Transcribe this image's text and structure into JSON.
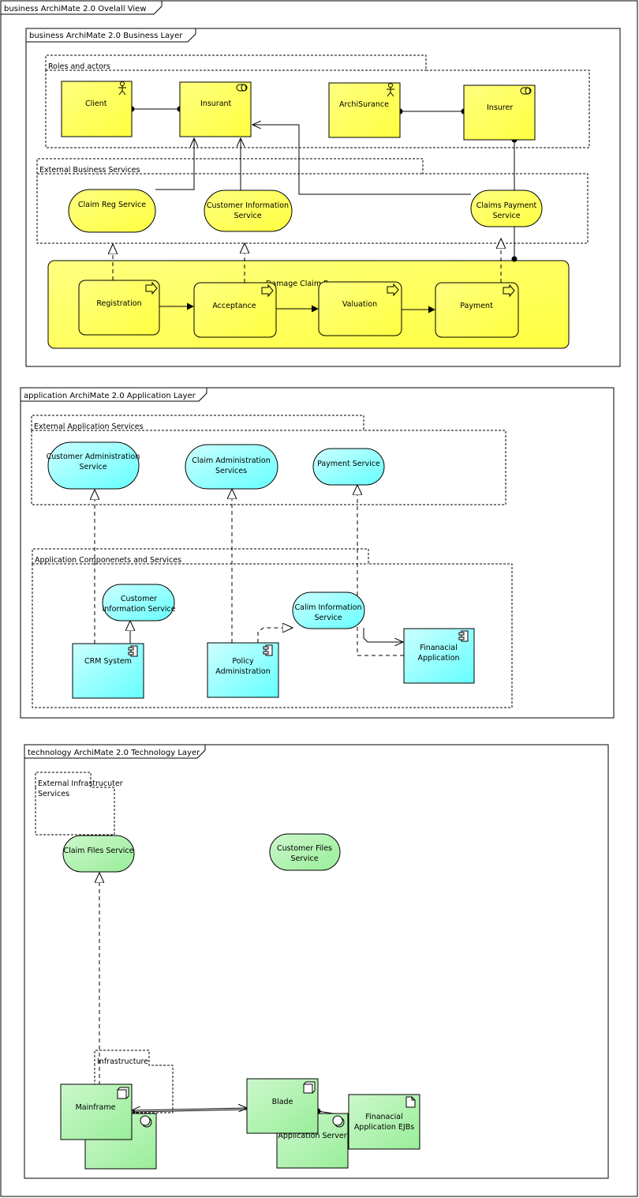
{
  "frames": {
    "overall": "business ArchiMate 2.0 Ovelall View",
    "business": "business ArchiMate 2.0 Business Layer",
    "application": "application ArchiMate 2.0 Application Layer",
    "technology": "technology ArchiMate 2.0 Technology Layer"
  },
  "business": {
    "roles_group": "Roles and actors",
    "client": "Client",
    "insurant": "Insurant",
    "archisurance": "ArchiSurance",
    "insurer": "Insurer",
    "ext_services_group": "External Business Services",
    "claim_reg": "Claim Reg Service",
    "customer_info_1": "Customer Information",
    "customer_info_2": "Service",
    "claims_payment_1": "Claims Payment",
    "claims_payment_2": "Service",
    "process_label": "Damage Claim P",
    "registration": "Registration",
    "acceptance": "Acceptance",
    "valuation": "Valuation",
    "payment": "Payment"
  },
  "application": {
    "ext_group": "External Application Services",
    "cust_admin_1": "Customer Administration",
    "cust_admin_2": "Service",
    "claim_admin_1": "Claim Administration",
    "claim_admin_2": "Services",
    "payment_service": "Payment Service",
    "components_group": "Application Componenets and Services",
    "cust_info_1": "Customer",
    "cust_info_2": "Information Service",
    "calim_info_1": "Calim Information",
    "calim_info_2": "Service",
    "crm": "CRM System",
    "policy_1": "Policy",
    "policy_2": "Administration",
    "finapp_1": "Finanacial",
    "finapp_2": "Application"
  },
  "technology": {
    "ext_group_1": "External Infrastrucuter",
    "ext_group_2": "Services",
    "claim_files": "Claim Files Service",
    "customer_files_1": "Customer Files",
    "customer_files_2": "Service",
    "infra_group": "Infrastructure",
    "mainframe": "Mainframe",
    "blade": "Blade",
    "app_server": "Application Server",
    "fin_ejb_1": "Finanacial",
    "fin_ejb_2": "Application EJBs"
  },
  "colors": {
    "business": "#ffff80",
    "application": "#99ffff",
    "technology": "#b3f5b3"
  }
}
